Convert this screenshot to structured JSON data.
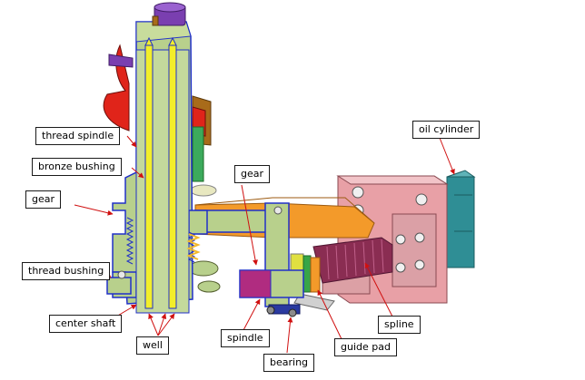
{
  "labels": {
    "thread_spindle": "thread spindle",
    "bronze_bushing": "bronze bushing",
    "gear_left": "gear",
    "thread_bushing": "thread bushing",
    "center_shaft": "center shaft",
    "well": "well",
    "gear_center": "gear",
    "spindle": "spindle",
    "bearing": "bearing",
    "guide_pad": "guide pad",
    "spline": "spline",
    "oil_cylinder": "oil cylinder"
  },
  "colors": {
    "body_green": "#b8d08c",
    "rod_yellow": "#f2ee2a",
    "outline_blue": "#2030c8",
    "knob_purple": "#7a3fb0",
    "red_part": "#e0241a",
    "orange_gear": "#f39a2a",
    "pink_block": "#e8a0a6",
    "teal_cylinder": "#2f8e95",
    "spline_maroon": "#8a2d52",
    "arrow_red": "#d01010"
  }
}
